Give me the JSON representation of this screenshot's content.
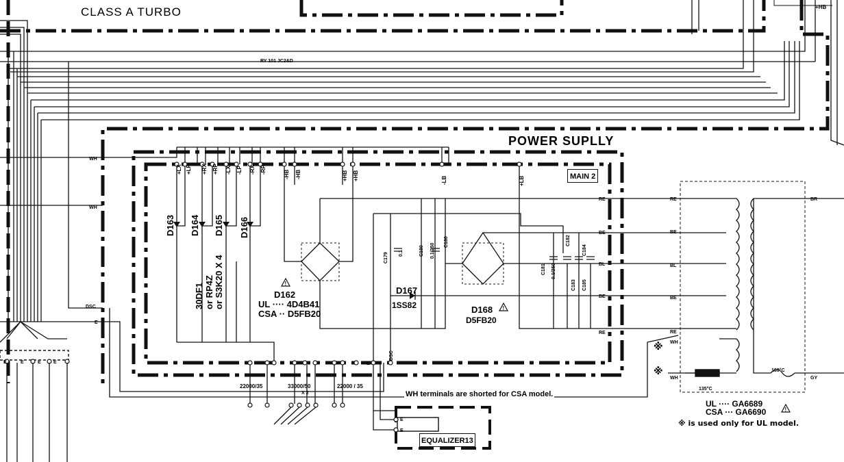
{
  "labels": {
    "class_a_turbo": "CLASS A TURBO",
    "power_supply": "POWER SUPLLY",
    "main2": "MAIN 2",
    "equalizer": "EQUALIZER13",
    "relay": "RY 101   JC2&D",
    "wh_note": "WH terminals are shorted for CSA model.",
    "transformer_ul": "UL ···· GA6689",
    "transformer_csa": "CSA ··· GA6690",
    "ul_only_note": "※ is used only  for UL model.",
    "hb": "+HB"
  },
  "diodes": {
    "d163": "D163",
    "d164": "D164",
    "d165": "D165",
    "d166": "D166",
    "d164_part1": "30DF1",
    "d164_part2": "or RP4Z",
    "d164_part3": "or S3K20 X 4",
    "d162": "D162",
    "d162_ul": "UL ···· 4D4B41",
    "d162_csa": "CSA ·· D5FB20",
    "d167": "D167",
    "d167_part": "1SS82",
    "d168": "D168",
    "d168_part": "D5FB20"
  },
  "capacitors": {
    "c179": "C179",
    "c179_val": "0.1",
    "c180": "C180",
    "c180_val": "0.1/250",
    "c180b": "C180",
    "c181": "C181",
    "c181_val": "0.1/250",
    "c182": "C182",
    "c183": "C183",
    "c184": "C184",
    "c185": "C185",
    "cap_a": "22000/35",
    "cap_b": "33000/50",
    "cap_b2": "X 2",
    "cap_c": "22000 / 35"
  },
  "rails": [
    "+LX",
    "+LP",
    "+RX",
    "+RP",
    "-LX",
    "-LP",
    "-RX",
    "-RP",
    "-HB",
    "-HB",
    "+HB",
    "+HB",
    "-LB",
    "+LB"
  ],
  "terminals": {
    "wh": "WH",
    "dsc": "DSC",
    "e": "E",
    "re": "RE",
    "be": "BE",
    "bl": "BL",
    "br": "BR",
    "gy": "GY"
  },
  "fuses": {
    "t135": "135°C",
    "t169": "169°C"
  },
  "marks": {
    "star": "※"
  }
}
